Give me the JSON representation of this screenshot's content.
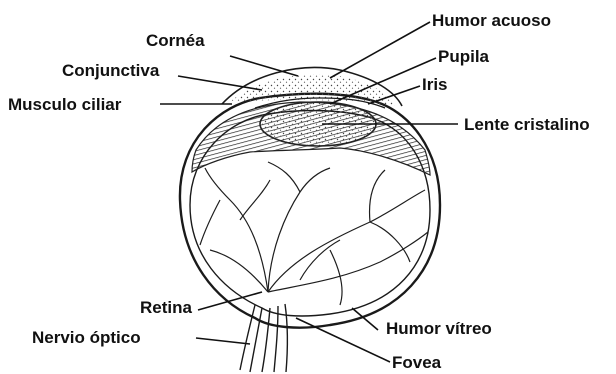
{
  "labels": {
    "humor_acuoso": "Humor acuoso",
    "cornea": "Cornéa",
    "pupila": "Pupila",
    "conjunctiva": "Conjunctiva",
    "iris": "Iris",
    "musculo_ciliar": "Musculo ciliar",
    "lente_cristalino": "Lente cristalino",
    "retina": "Retina",
    "nervio_optico": "Nervio óptico",
    "humor_vitreo": "Humor vítreo",
    "fovea": "Fovea"
  },
  "colors": {
    "ink": "#111111",
    "background": "#ffffff"
  }
}
